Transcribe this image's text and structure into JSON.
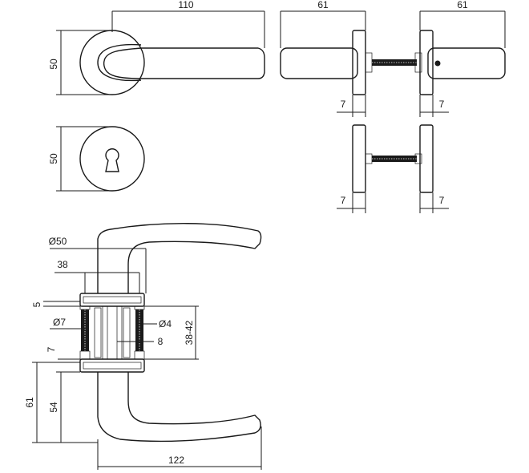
{
  "dimensions": {
    "lever_length": "110",
    "rose_height": "50",
    "side_width_left": "61",
    "side_width_right": "61",
    "rose_thick_left": "7",
    "rose_thick_right": "7",
    "rose_thick_left_2": "7",
    "rose_thick_right_2": "7",
    "escutcheon_height": "50",
    "rose_diameter": "Ø50",
    "inner_width": "38",
    "plate_thickness": "5",
    "spindle_diameter": "Ø7",
    "screw_diameter": "Ø4",
    "spindle_square": "8",
    "door_range": "38-42",
    "plate_gap": "7",
    "total_height": "61",
    "lever_height": "54",
    "lever_projection": "122"
  },
  "colors": {
    "line": "#1a1a1a",
    "background": "#ffffff"
  }
}
